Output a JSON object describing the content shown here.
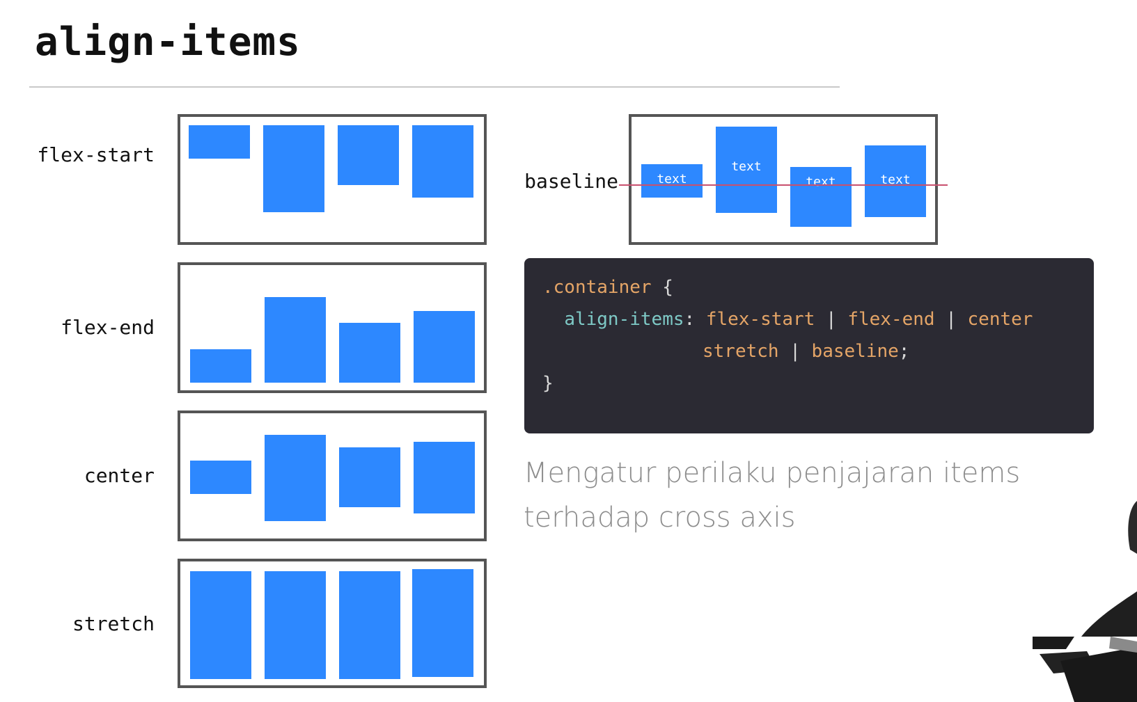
{
  "slide": {
    "title": "align-items"
  },
  "demos": [
    {
      "label": "flex-start"
    },
    {
      "label": "flex-end"
    },
    {
      "label": "center"
    },
    {
      "label": "stretch"
    }
  ],
  "baseline_demo": {
    "label": "baseline",
    "items": [
      "text",
      "text",
      "text",
      "text"
    ]
  },
  "code": {
    "selector": ".container",
    "open_brace": "{",
    "property": "align-items",
    "colon": ":",
    "values": [
      "flex-start",
      "flex-end",
      "center",
      "stretch",
      "baseline"
    ],
    "separator": "|",
    "semicolon": ";",
    "close_brace": "}"
  },
  "description": {
    "line1": "Mengatur perilaku penjajaran items",
    "line2": "terhadap cross axis"
  },
  "colors": {
    "item_blue": "#2d88ff",
    "box_border": "#555555",
    "baseline_red": "#c9506e",
    "code_bg": "#2b2a33",
    "code_property": "#7ec9c6",
    "code_value": "#e5a567"
  }
}
